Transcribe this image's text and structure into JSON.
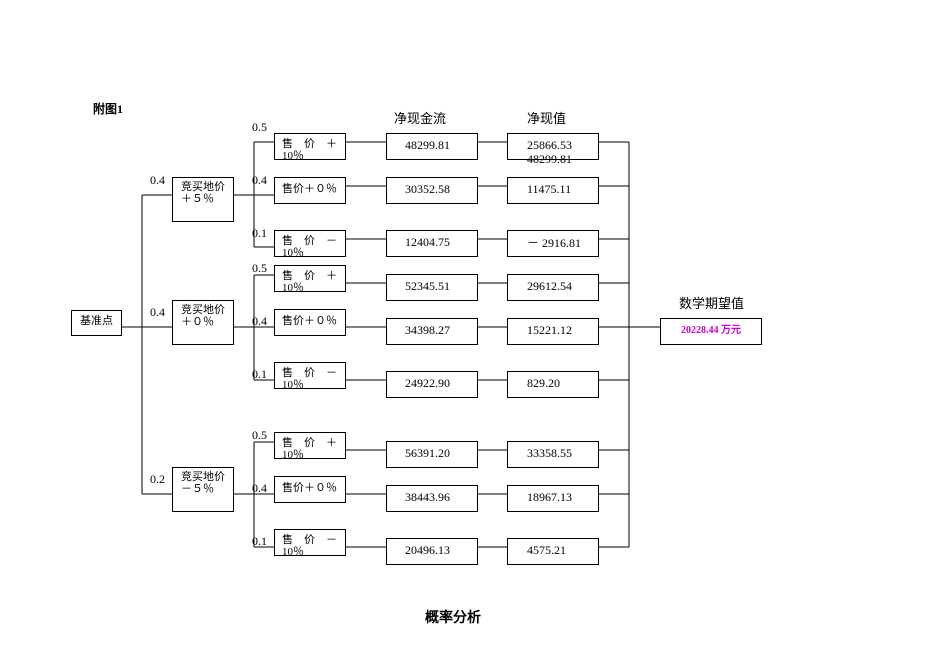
{
  "figure_label": "附图1",
  "caption": "概率分析",
  "headers": {
    "cash_flow": "净现金流",
    "npv": "净现值",
    "expected": "数学期望值"
  },
  "base_node": "基准点",
  "expected_value": "20228.44 万元",
  "land_nodes": [
    {
      "prob": "0.4",
      "line1": "竞买地价",
      "line2": "＋５％",
      "branches": [
        {
          "prob": "0.5",
          "sale_a": "售　价　＋",
          "sale_b": "10％",
          "cash": "48299.81",
          "npv": "25866.53",
          "npv_extra": "48299.81"
        },
        {
          "prob": "0.4",
          "sale_a": "售价＋０％",
          "sale_b": "",
          "cash": "30352.58",
          "npv": "11475.11",
          "npv_extra": ""
        },
        {
          "prob": "0.1",
          "sale_a": "售　价　－",
          "sale_b": "10％",
          "cash": "12404.75",
          "npv": "－ 2916.81",
          "npv_extra": ""
        }
      ]
    },
    {
      "prob": "0.4",
      "line1": "竞买地价",
      "line2": "＋０％",
      "branches": [
        {
          "prob": "0.5",
          "sale_a": "售　价　＋",
          "sale_b": "10％",
          "cash": "52345.51",
          "npv": "29612.54",
          "npv_extra": ""
        },
        {
          "prob": "0.4",
          "sale_a": "售价＋０％",
          "sale_b": "",
          "cash": "34398.27",
          "npv": "15221.12",
          "npv_extra": ""
        },
        {
          "prob": "0.1",
          "sale_a": "售　价　－",
          "sale_b": "10％",
          "cash": "24922.90",
          "npv": "829.20",
          "npv_extra": ""
        }
      ]
    },
    {
      "prob": "0.2",
      "line1": "竞买地价",
      "line2": "－５％",
      "branches": [
        {
          "prob": "0.5",
          "sale_a": "售　价　＋",
          "sale_b": "10％",
          "cash": "56391.20",
          "npv": "33358.55",
          "npv_extra": ""
        },
        {
          "prob": "0.4",
          "sale_a": "售价＋０％",
          "sale_b": "",
          "cash": "38443.96",
          "npv": "18967.13",
          "npv_extra": ""
        },
        {
          "prob": "0.1",
          "sale_a": "售　价　－",
          "sale_b": "10％",
          "cash": "20496.13",
          "npv": "4575.21",
          "npv_extra": ""
        }
      ]
    }
  ]
}
